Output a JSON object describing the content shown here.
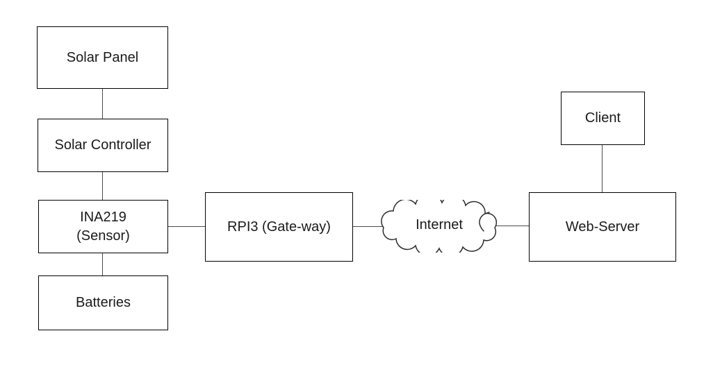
{
  "colors": {
    "background": "#ffffff",
    "box_border": "#000000",
    "connector": "#4a4a4a",
    "text": "#1a1a1a"
  },
  "diagram": {
    "nodes": [
      {
        "id": "solar-panel",
        "shape": "rect",
        "label": "Solar Panel"
      },
      {
        "id": "solar-controller",
        "shape": "rect",
        "label": "Solar Controller"
      },
      {
        "id": "ina219-sensor",
        "shape": "rect",
        "label": "INA219 (Sensor)",
        "lines": [
          "INA219",
          "(Sensor)"
        ]
      },
      {
        "id": "batteries",
        "shape": "rect",
        "label": "Batteries"
      },
      {
        "id": "rpi3-gateway",
        "shape": "rect",
        "label": "RPI3 (Gate-way)"
      },
      {
        "id": "internet",
        "shape": "cloud",
        "label": "Internet"
      },
      {
        "id": "web-server",
        "shape": "rect",
        "label": "Web-Server"
      },
      {
        "id": "client",
        "shape": "rect",
        "label": "Client"
      }
    ],
    "edges": [
      {
        "from": "solar-panel",
        "to": "solar-controller",
        "type": "vertical"
      },
      {
        "from": "solar-controller",
        "to": "ina219-sensor",
        "type": "vertical"
      },
      {
        "from": "ina219-sensor",
        "to": "batteries",
        "type": "vertical"
      },
      {
        "from": "ina219-sensor",
        "to": "rpi3-gateway",
        "type": "horizontal"
      },
      {
        "from": "rpi3-gateway",
        "to": "internet",
        "type": "horizontal"
      },
      {
        "from": "internet",
        "to": "web-server",
        "type": "horizontal"
      },
      {
        "from": "client",
        "to": "web-server",
        "type": "vertical"
      }
    ]
  }
}
